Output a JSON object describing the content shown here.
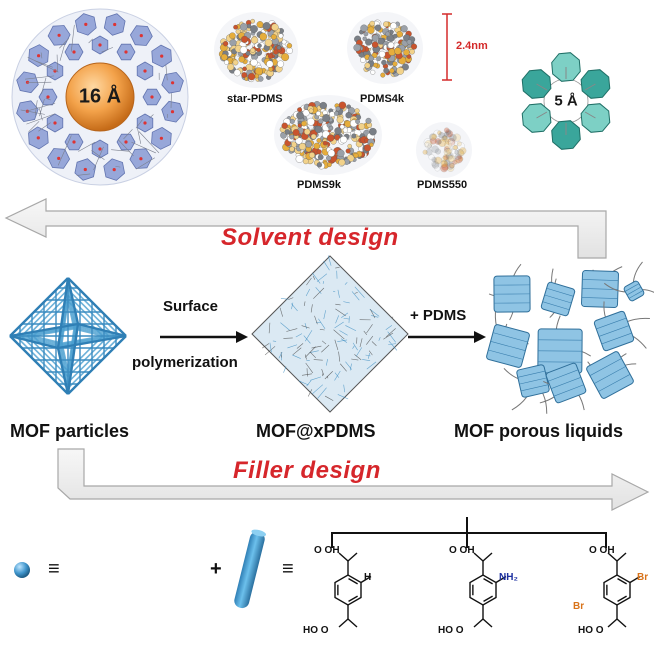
{
  "pores": {
    "large": "16 Å",
    "small": "5 Å"
  },
  "scale_bar": {
    "label": "2.4nm"
  },
  "polymers": [
    {
      "id": "star",
      "label": "star-PDMS"
    },
    {
      "id": "pdms4k",
      "label": "PDMS4k"
    },
    {
      "id": "pdms9k",
      "label": "PDMS9k"
    },
    {
      "id": "pdms550",
      "label": "PDMS550"
    }
  ],
  "designs": {
    "solvent": "Solvent design",
    "filler": "Filler design"
  },
  "process": {
    "step1_top": "Surface",
    "step1_bottom": "polymerization",
    "step2": "+ PDMS"
  },
  "stages": [
    "MOF particles",
    "MOF@xPDMS",
    "MOF porous liquids"
  ],
  "legend": {
    "equiv": "≡",
    "plus": "+"
  },
  "linkers": [
    {
      "top": "O   OH",
      "sub": "H",
      "bottom": "HO   O"
    },
    {
      "top": "O   OH",
      "sub": "NH₂",
      "bottom": "HO   O"
    },
    {
      "top": "O   OH",
      "sub": "Br",
      "sub2": "Br",
      "bottom": "HO   O"
    }
  ],
  "colors": {
    "accent_red": "#d6262b",
    "mof_blue": "#4a9fd0",
    "zif_teal": "#3aa69b",
    "arrow_gray": "#e8e8e8",
    "amine_blue": "#1b2fa0",
    "bromine_orange": "#d8731a"
  }
}
